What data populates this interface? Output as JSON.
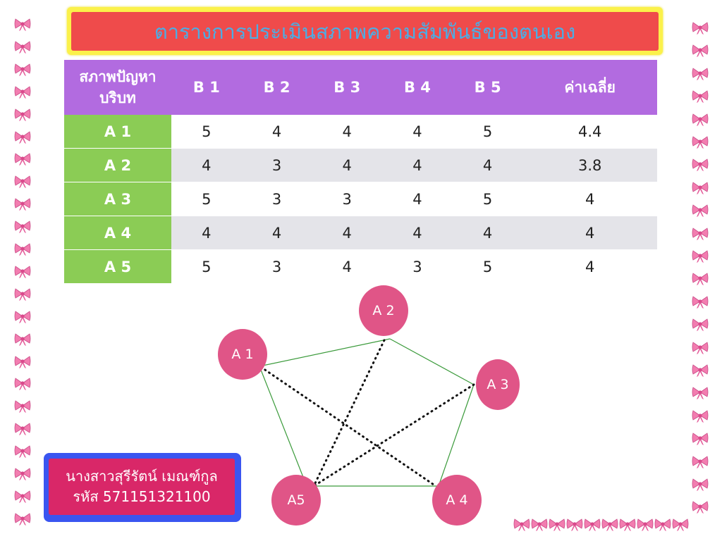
{
  "title": "ตารางการประเมินสภาพความสัมพันธ์ของตนเอง",
  "table": {
    "corner_header_line1": "สภาพปัญหา",
    "corner_header_line2": "บริบท",
    "columns": [
      "B 1",
      "B 2",
      "B 3",
      "B 4",
      "B 5",
      "ค่าเฉลี่ย"
    ],
    "rows": [
      {
        "label": "A 1",
        "values": [
          "5",
          "4",
          "4",
          "4",
          "5",
          "4.4"
        ]
      },
      {
        "label": "A 2",
        "values": [
          "4",
          "3",
          "4",
          "4",
          "4",
          "3.8"
        ]
      },
      {
        "label": "A 3",
        "values": [
          "5",
          "3",
          "3",
          "4",
          "5",
          "4"
        ]
      },
      {
        "label": "A 4",
        "values": [
          "4",
          "4",
          "4",
          "4",
          "4",
          "4"
        ]
      },
      {
        "label": "A 5",
        "values": [
          "5",
          "3",
          "4",
          "3",
          "5",
          "4"
        ]
      }
    ]
  },
  "diagram": {
    "nodes": [
      "A 1",
      "A 2",
      "A 3",
      "A 4",
      "A5"
    ],
    "solid_edges": [
      [
        "A 1",
        "A 2"
      ],
      [
        "A 2",
        "A 3"
      ],
      [
        "A 3",
        "A 4"
      ],
      [
        "A 4",
        "A5"
      ],
      [
        "A5",
        "A 1"
      ]
    ],
    "dotted_edges": [
      [
        "A 1",
        "A 4"
      ],
      [
        "A 2",
        "A5"
      ],
      [
        "A 3",
        "A5"
      ]
    ]
  },
  "author": {
    "name": "นางสาวสุรีรัตน์ เมณฑ์กูล",
    "id_line": "รหัส 571151321100"
  },
  "colors": {
    "header": "#b26be0",
    "row_header": "#8bcc55",
    "node": "#e05587",
    "title_bg": "#ef4b4b",
    "title_text": "#4aaee6",
    "name_bg": "#d92768",
    "name_border": "#3a55f0"
  }
}
